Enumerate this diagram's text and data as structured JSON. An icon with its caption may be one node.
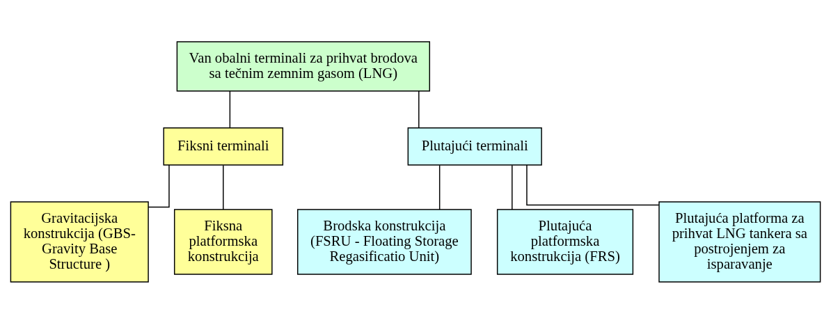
{
  "diagram": {
    "nodes": [
      {
        "text": [
          "Van obalni terminali za prihvat brodova sa tečnim zemnim gasom (LNG)"
        ]
      },
      {
        "text": [
          "Fiksni terminali"
        ]
      },
      {
        "text": [
          "Plutajući terminali"
        ]
      },
      {
        "text": [
          "Gravitacijska konstrukcija (GBS-Gravity Base Structure )"
        ]
      },
      {
        "text": [
          "Fiksna platformska konstrukcija"
        ]
      },
      {
        "text": [
          "Brodska konstrukcija (FSRU - Floating Storage Regasificatio Unit)"
        ]
      },
      {
        "text": [
          "Plutajuća platformska konstrukcija (FRS)"
        ]
      },
      {
        "text": [
          "Plutajuća platforma za prihvat LNG tankera sa postrojenjem za isparavanje"
        ]
      }
    ],
    "edges": [
      {
        "from": 0,
        "to": 1,
        "arrow": "none"
      },
      {
        "from": 0,
        "to": 2,
        "arrow": "none"
      },
      {
        "from": 1,
        "to": 3,
        "arrow": "none"
      },
      {
        "from": 1,
        "to": 4,
        "arrow": "none"
      },
      {
        "from": 2,
        "to": 5,
        "arrow": "none"
      },
      {
        "from": 2,
        "to": 6,
        "arrow": "none"
      },
      {
        "from": 2,
        "to": 7,
        "arrow": "none"
      }
    ]
  }
}
